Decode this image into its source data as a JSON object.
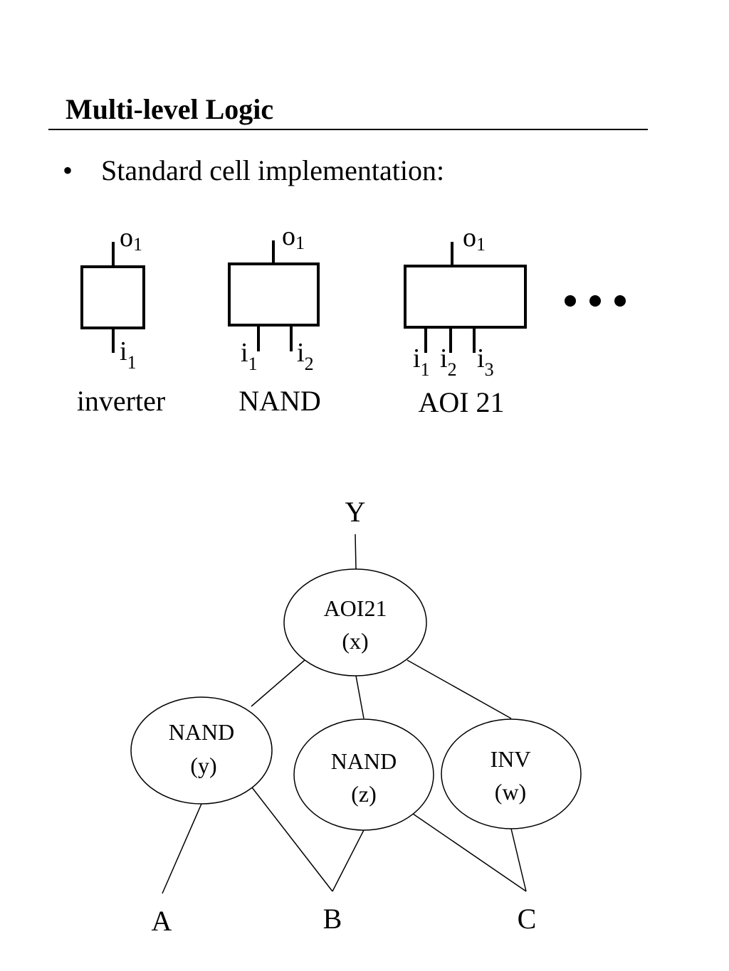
{
  "slide": {
    "title": "Multi-level Logic",
    "bullet_marker": "•",
    "bullet_text": "Standard cell implementation:"
  },
  "cells": [
    {
      "name": "inverter",
      "output": "o",
      "output_sub": "1",
      "inputs": [
        {
          "label": "i",
          "sub": "1"
        }
      ]
    },
    {
      "name": "NAND",
      "output": "o",
      "output_sub": "1",
      "inputs": [
        {
          "label": "i",
          "sub": "1"
        },
        {
          "label": "i",
          "sub": "2"
        }
      ]
    },
    {
      "name": "AOI 21",
      "output": "o",
      "output_sub": "1",
      "inputs": [
        {
          "label": "i",
          "sub": "1"
        },
        {
          "label": "i",
          "sub": "2"
        },
        {
          "label": "i",
          "sub": "3"
        }
      ]
    }
  ],
  "tree": {
    "output": "Y",
    "nodes": {
      "x": {
        "type": "AOI21",
        "var": "(x)"
      },
      "y": {
        "type": "NAND",
        "var": "(y)"
      },
      "z": {
        "type": "NAND",
        "var": "(z)"
      },
      "w": {
        "type": "INV",
        "var": "(w)"
      }
    },
    "inputs": {
      "a": "A",
      "b": "B",
      "c": "C"
    }
  },
  "colors": {
    "ink": "#000000",
    "background": "#ffffff"
  }
}
